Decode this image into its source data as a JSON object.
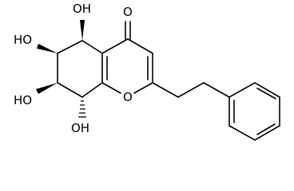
{
  "structure": {
    "labels": {
      "oh_c5": "OH",
      "oh_c6": "HO",
      "oh_c7": "HO",
      "oh_c8": "OH",
      "ketone_o": "O",
      "ring_o": "O"
    }
  }
}
